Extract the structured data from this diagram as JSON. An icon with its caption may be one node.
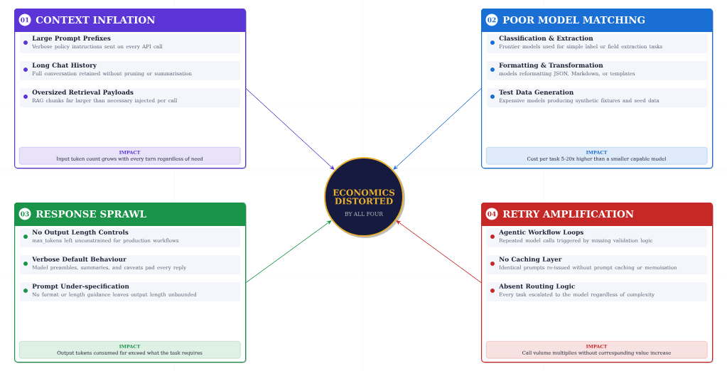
{
  "diagram": {
    "nodes": [
      {
        "text": [
          "01",
          "CONTEXT INFLATION"
        ]
      },
      {
        "text": [
          "Large Prompt Prefixes",
          "Verbose policy instructions sent on every API call"
        ],
        "in": 0
      },
      {
        "text": [
          "Long Chat History",
          "Full conversation retained without pruning or summarisation"
        ],
        "in": 0
      },
      {
        "text": [
          "Oversized Retrieval Payloads",
          "RAG chunks far larger than necessary injected per call"
        ],
        "in": 0
      },
      {
        "text": [
          "IMPACT",
          "Input token count grows with every turn regardless of need"
        ],
        "in": 0
      },
      {
        "text": [
          "02",
          "POOR MODEL MATCHING"
        ]
      },
      {
        "text": [
          "Classification & Extraction",
          "Frontier models used for simple label or field extraction tasks"
        ],
        "in": 5
      },
      {
        "text": [
          "Formatting & Transformation",
          "models reformatting JSON, Markdown, or templates"
        ],
        "in": 5
      },
      {
        "text": [
          "Test Data Generation",
          "Expensive models producing synthetic fixtures and seed data"
        ],
        "in": 5
      },
      {
        "text": [
          "IMPACT",
          "Cost per task 5-20x higher than a smaller capable model"
        ],
        "in": 5
      },
      {
        "text": [
          "ECONOMICS DISTORTED",
          "BY ALL FOUR"
        ]
      },
      {
        "text": [
          "03",
          "RESPONSE SPRAWL"
        ]
      },
      {
        "text": [
          "No Output Length Controls",
          "max_tokens left unconstrained for production workflows"
        ],
        "in": 11
      },
      {
        "text": [
          "Verbose Default Behaviour",
          "Model preambles, summaries, and caveats pad every reply"
        ],
        "in": 11
      },
      {
        "text": [
          "Prompt Under-specification",
          "No format or length guidance leaves output length unbounded"
        ],
        "in": 11
      },
      {
        "text": [
          "IMPACT",
          "Output tokens consumed far exceed what the task requires"
        ],
        "in": 11
      },
      {
        "text": [
          "04",
          "RETRY AMPLIFICATION"
        ]
      },
      {
        "text": [
          "Agentic Workflow Loops",
          "Repeated model calls triggered by missing validation logic"
        ],
        "in": 16
      },
      {
        "text": [
          "No Caching Layer",
          "Identical prompts re-issued without prompt caching or memoisation"
        ],
        "in": 16
      },
      {
        "text": [
          "Absent Routing Logic",
          "Every task escalated to the model regardless of complexity"
        ],
        "in": 16
      },
      {
        "text": [
          "IMPACT",
          "Call volume multiplies without corresponding value increase"
        ],
        "in": 16
      }
    ],
    "edges": [
      {
        "from": 0,
        "to": 10,
        "arrow": "to",
        "color": "#5b35d5"
      },
      {
        "from": 5,
        "to": 10,
        "arrow": "to",
        "color": "#1a6fd4"
      },
      {
        "from": 11,
        "to": 10,
        "arrow": "to",
        "color": "#1a9448"
      },
      {
        "from": 16,
        "to": 10,
        "arrow": "to",
        "color": "#c62828"
      }
    ]
  }
}
